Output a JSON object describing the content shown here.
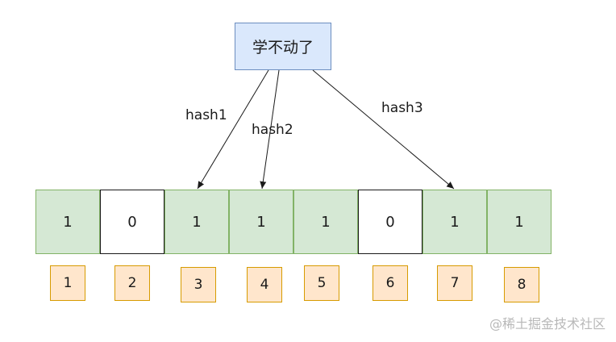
{
  "root": {
    "label": "学不动了"
  },
  "hashes": [
    {
      "label": "hash1",
      "target_index": 3
    },
    {
      "label": "hash2",
      "target_index": 4
    },
    {
      "label": "hash3",
      "target_index": 7
    }
  ],
  "bit_array": [
    1,
    0,
    1,
    1,
    1,
    0,
    1,
    1
  ],
  "indices": [
    1,
    2,
    3,
    4,
    5,
    6,
    7,
    8
  ],
  "colors": {
    "root_fill": "#dae8fc",
    "root_stroke": "#6c8ebf",
    "bit_one_fill": "#d5e8d4",
    "bit_one_stroke": "#82b366",
    "bit_zero_fill": "#ffffff",
    "bit_zero_stroke": "#1a1a1a",
    "index_fill": "#ffe6cc",
    "index_stroke": "#d79b00",
    "arrow": "#1a1a1a"
  },
  "watermark": "@稀土掘金技术社区"
}
